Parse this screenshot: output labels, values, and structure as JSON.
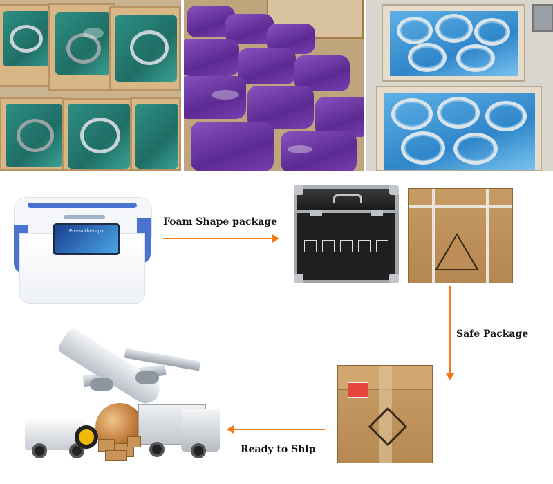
{
  "photos": [
    {
      "name": "green-wrapped-crates-photo"
    },
    {
      "name": "purple-bags-in-boxes-photo"
    },
    {
      "name": "blue-wrapped-crates-photo"
    }
  ],
  "device": {
    "screen_text": "Pressotherapy"
  },
  "flow": {
    "step1_label": "Foam Shape package",
    "step2_label": "Safe Package",
    "step3_label": "Ready to Ship"
  },
  "colors": {
    "arrow": "#f07b1a",
    "device_accent": "#4a73d1"
  }
}
